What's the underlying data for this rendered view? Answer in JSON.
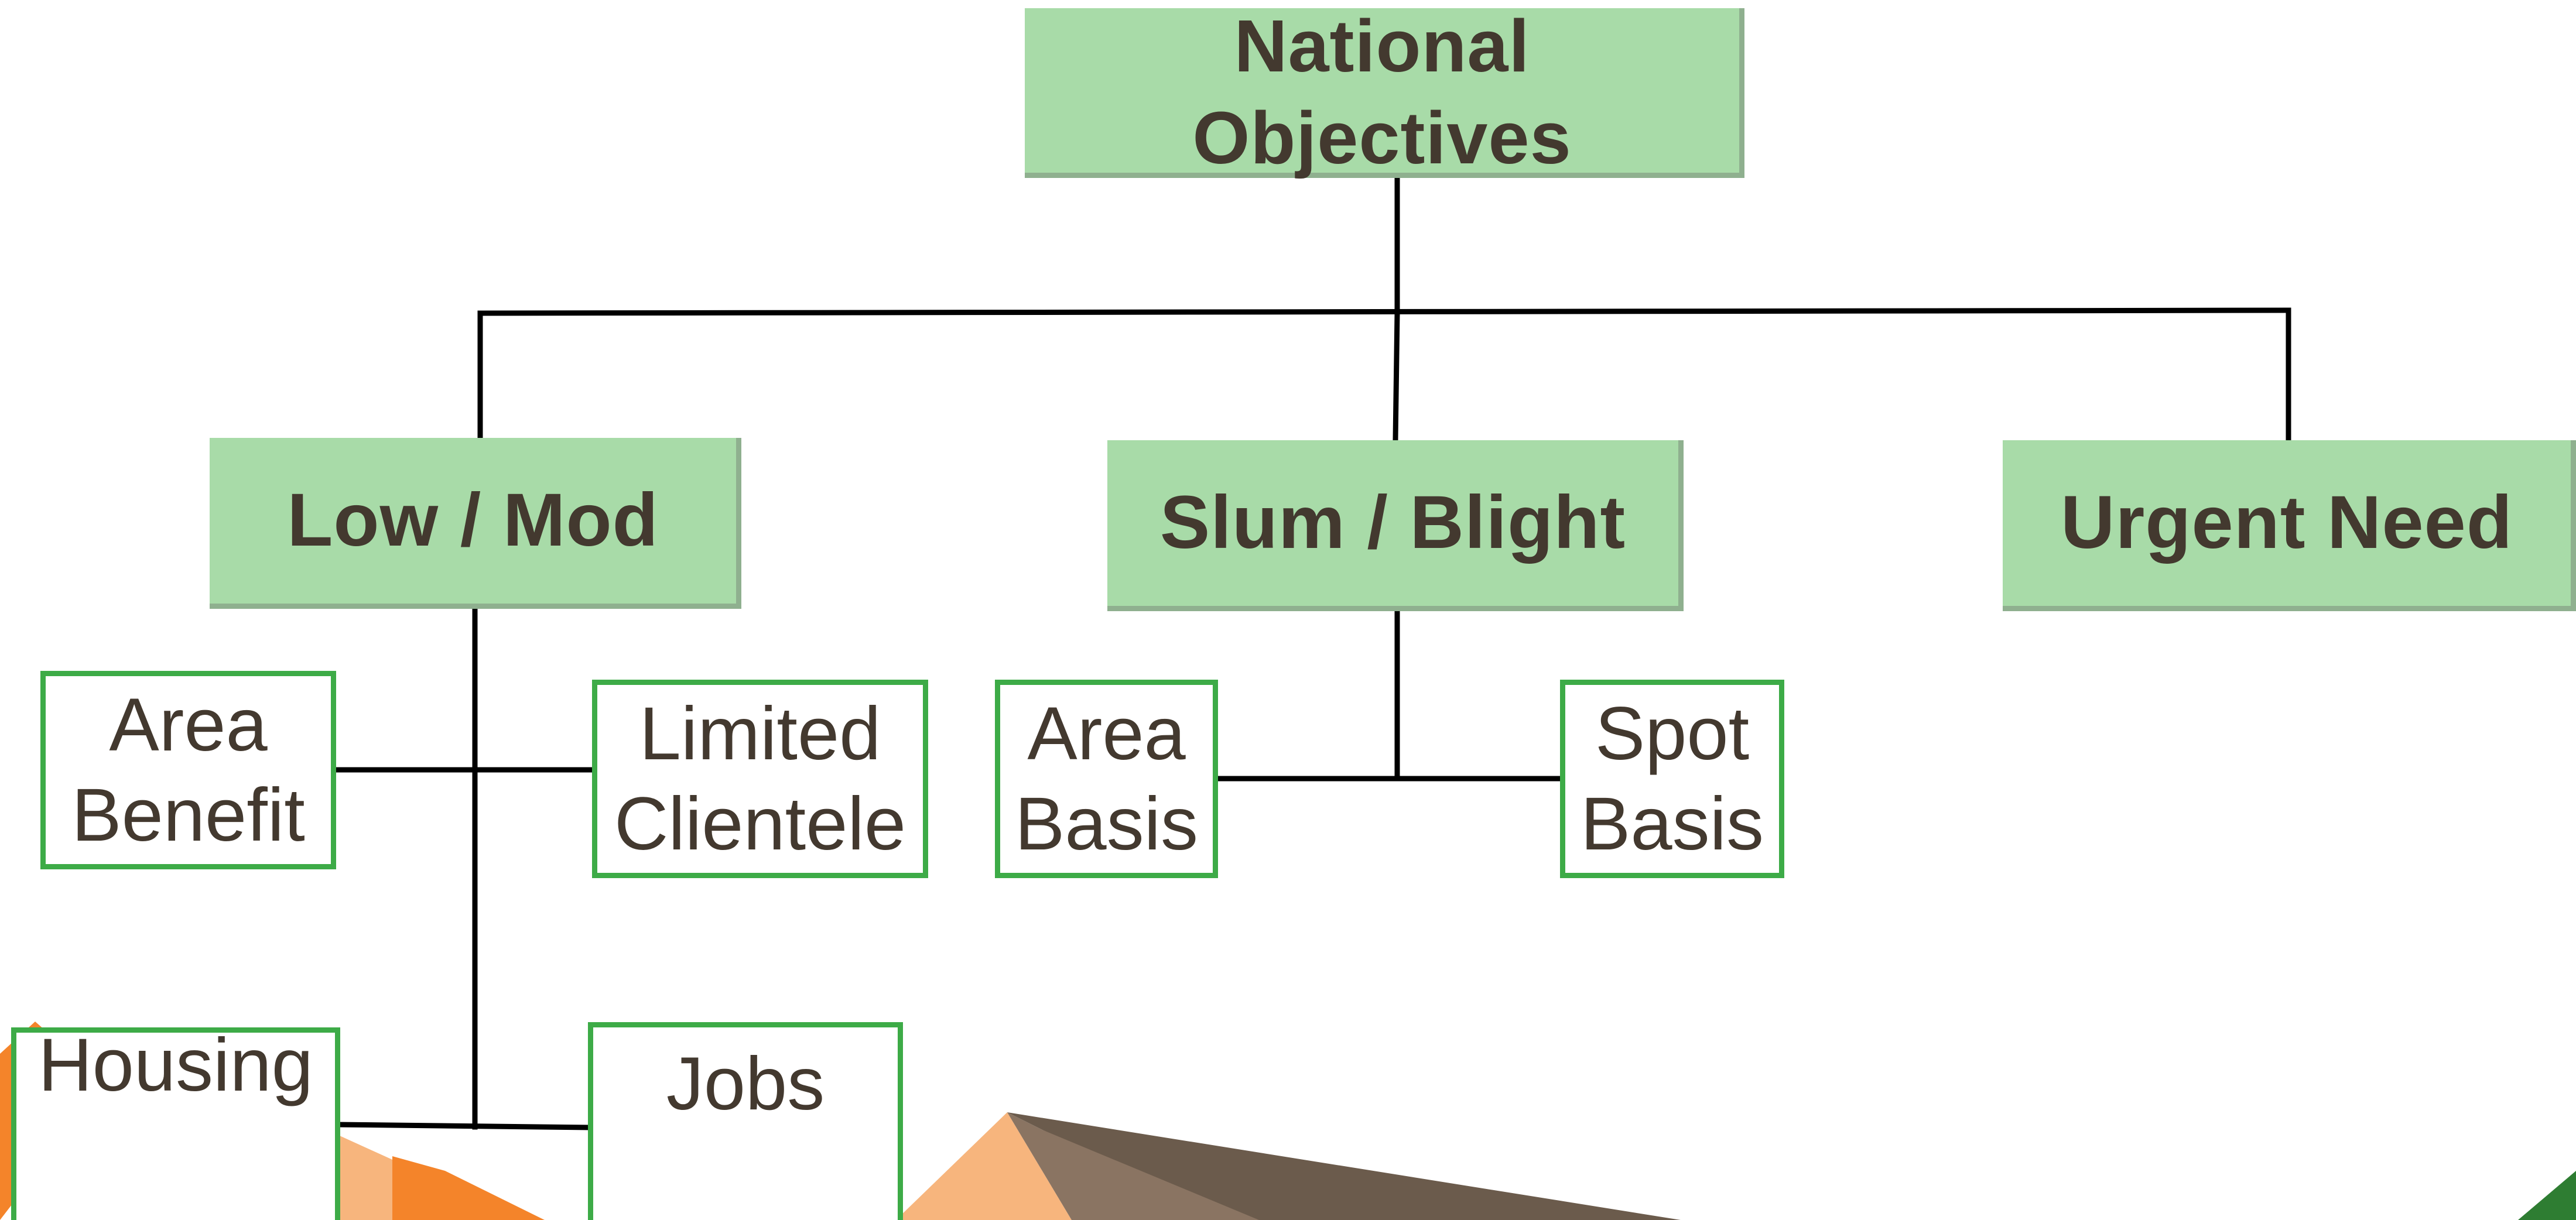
{
  "diagram": {
    "root": {
      "label": "National\nObjectives"
    },
    "categories": [
      {
        "label": "Low / Mod"
      },
      {
        "label": "Slum / Blight"
      },
      {
        "label": "Urgent Need"
      }
    ],
    "low_mod_items": [
      {
        "label": "Area\nBenefit"
      },
      {
        "label": "Limited\nClientele"
      },
      {
        "label": "Housing"
      },
      {
        "label": "Jobs"
      }
    ],
    "slum_blight_items": [
      {
        "label": "Area\nBasis"
      },
      {
        "label": "Spot\nBasis"
      }
    ]
  },
  "colors": {
    "primary_fill": "#a8dba8",
    "primary_shadow": "#8fb08f",
    "secondary_border": "#3dab47",
    "text": "#43392f",
    "connector": "#000000",
    "decor_orange": "#f4842a",
    "decor_peach": "#f7b57d",
    "decor_brown": "#6b5b4c",
    "decor_taupe": "#8a7462",
    "decor_green": "#2e7d32"
  }
}
